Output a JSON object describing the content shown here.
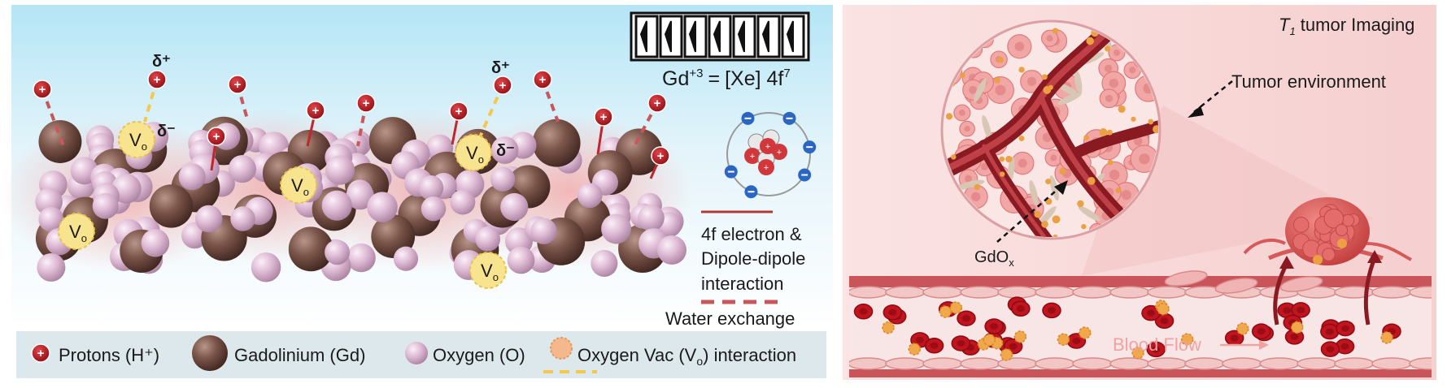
{
  "left_panel": {
    "electron_config": {
      "ion": "Gd",
      "charge": "+3",
      "equals": "=",
      "config": "[Xe] 4f",
      "exponent": "7"
    },
    "spin_box_count": 7,
    "labels": {
      "delta_plus": "δ⁺",
      "delta_minus": "δ⁻",
      "vacancy_main": "V",
      "vacancy_sub": "o"
    },
    "interaction_legend": {
      "solid_label_line1": "4f electron &",
      "solid_label_line2": "Dipole-dipole",
      "solid_label_line3": "interaction",
      "dashed_label": "Water exchange"
    },
    "legend": {
      "protons": "Protons (H⁺)",
      "gadolinium": "Gadolinium (Gd)",
      "oxygen": "Oxygen (O)",
      "vacancy_prefix": "Oxygen Vac (V",
      "vacancy_sub": "o",
      "vacancy_suffix": ") interaction"
    }
  },
  "right_panel": {
    "title_italic": "T",
    "title_sub": "1",
    "title_rest": " tumor Imaging",
    "tumor_environment": "Tumor environment",
    "agent_main": "GdO",
    "agent_sub": "x",
    "blood_flow": "Blood Flow"
  },
  "colors": {
    "sky_top": "#b7e6f5",
    "gd_atom": "#6e4a40",
    "o_atom": "#d9b3cf",
    "proton": "#b3161c",
    "vacancy": "#f7e48a",
    "accent_orange": "#f0902a",
    "vessel": "#c9545a",
    "rbc": "#c0141e"
  }
}
